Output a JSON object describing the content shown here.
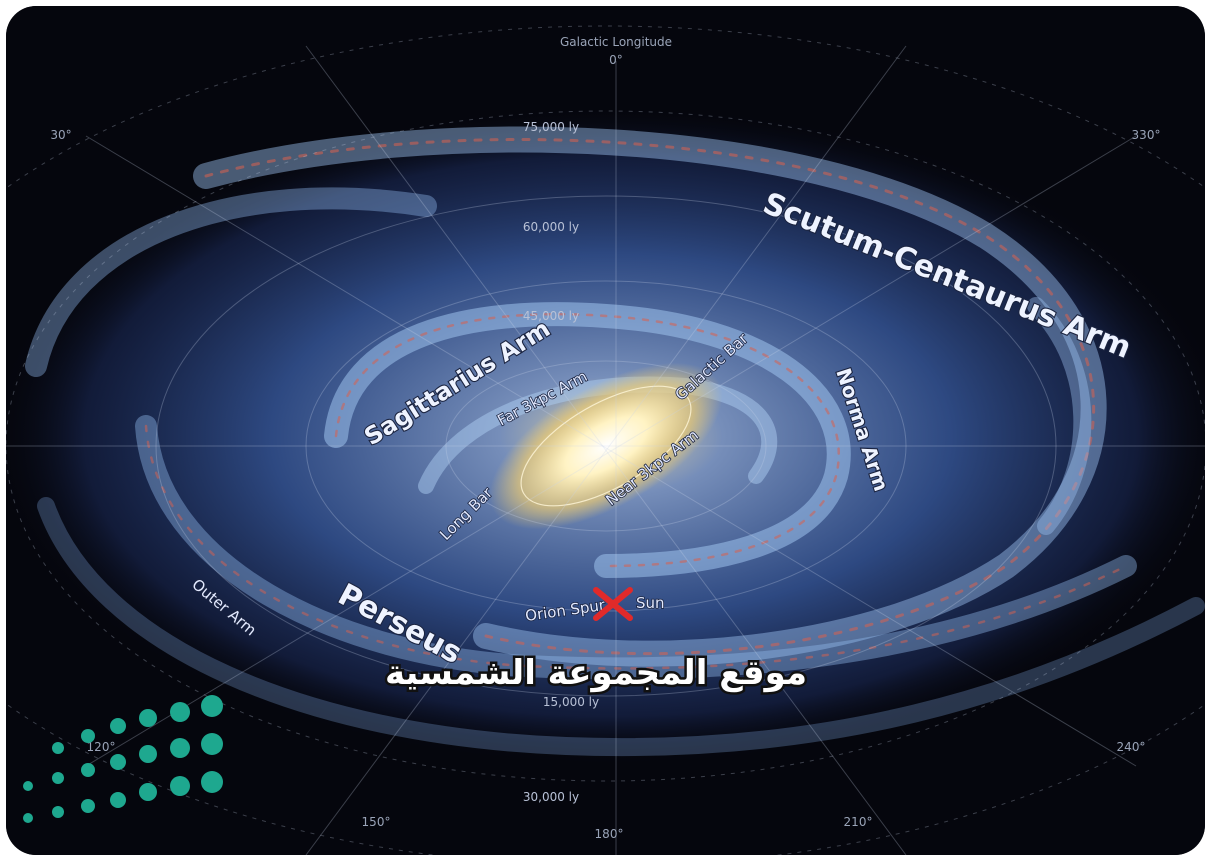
{
  "figure": {
    "axis_title": "Galactic Longitude",
    "longitudes": [
      "0°",
      "30°",
      "330°",
      "120°",
      "150°",
      "180°",
      "210°",
      "240°"
    ],
    "distances": [
      "75,000 ly",
      "60,000 ly",
      "45,000 ly",
      "15,000 ly",
      "30,000 ly"
    ],
    "arms": {
      "scutum": "Scutum-Centaurus Arm",
      "sagittarius": "Sagittarius Arm",
      "norma": "Norma Arm",
      "far_3kpc": "Far 3kpc Arm",
      "galactic_bar": "Galactic Bar",
      "near_3kpc": "Near 3kpc Arm",
      "long_bar": "Long Bar",
      "perseus": "Perseus",
      "outer": "Outer Arm",
      "orion": "Orion Spur"
    },
    "sun_label": "Sun",
    "caption": "موقع المجموعة الشمسية"
  },
  "colors": {
    "background": "#05060d",
    "galaxy_disk": "#3b5fa8",
    "core": "#fff3c4",
    "sun_marker": "#e02a2a",
    "logo_teal": "#1ea88f"
  },
  "icons": {
    "sun_marker": "x-mark-icon",
    "logo": "ministry-logo-dots-icon"
  }
}
